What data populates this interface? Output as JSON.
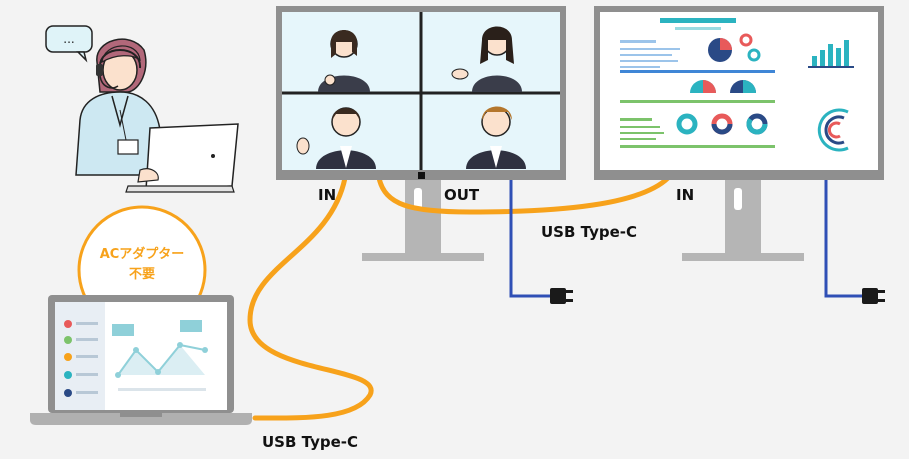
{
  "labels": {
    "monitor1_in": "IN",
    "monitor1_out": "OUT",
    "monitor2_in": "IN",
    "cable_monitors": "USB Type-C",
    "cable_laptop": "USB Type-C"
  },
  "badge": {
    "line1": "ACアダプター",
    "line2": "不要"
  },
  "speech_bubble": "...",
  "colors": {
    "cable_usb": "#f7a21b",
    "cable_power": "#2f4fb5",
    "badge": "#f7a21b",
    "accent_teal": "#2bb3c0",
    "accent_red": "#e85a5a",
    "accent_navy": "#2a4a86",
    "accent_green": "#7cc36b",
    "accent_blue": "#3f86d6"
  },
  "icons": [
    "chat-bubble-icon",
    "person-headset-icon",
    "laptop-icon",
    "monitor-icon",
    "power-plug-icon",
    "donut-chart-icon",
    "bar-chart-icon",
    "line-chart-icon"
  ]
}
